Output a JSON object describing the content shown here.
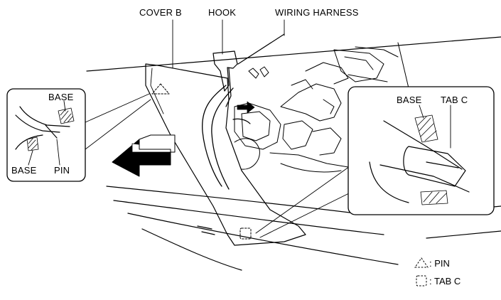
{
  "labels": {
    "cover_b": "COVER B",
    "hook": "HOOK",
    "wiring_harness": "WIRING HARNESS",
    "left_base_top": "BASE",
    "left_base_bottom": "BASE",
    "left_pin": "PIN",
    "right_base": "BASE",
    "right_tab_c": "TAB C"
  },
  "legend": {
    "pin": ": PIN",
    "tab_c": ": TAB C",
    "pin_icon": "triangle-dashed-icon",
    "tab_c_icon": "square-dashed-icon"
  }
}
